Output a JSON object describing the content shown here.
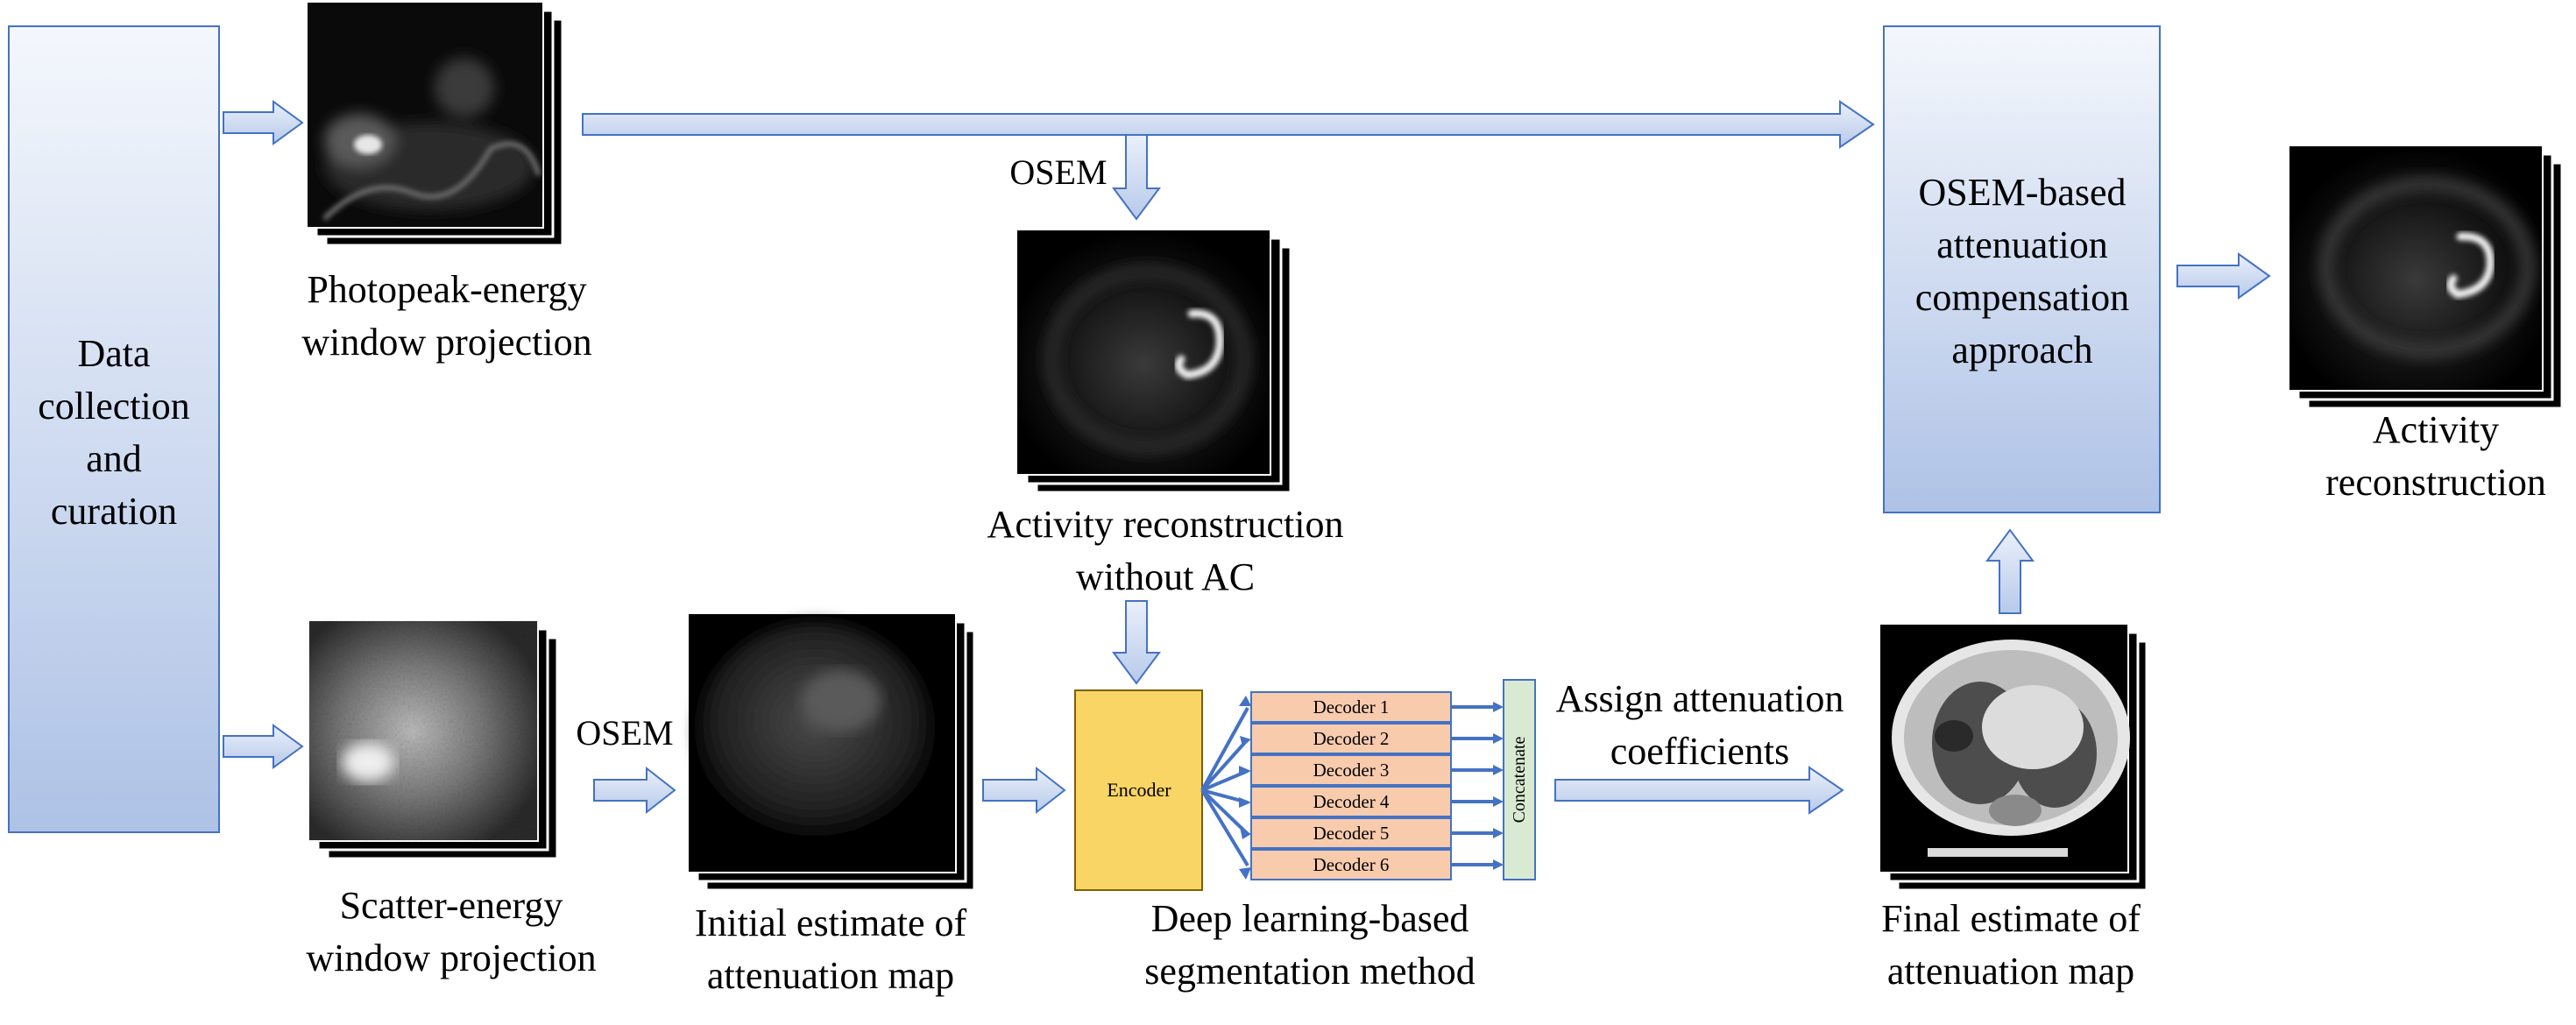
{
  "data_block": {
    "lines": [
      "Data",
      "collection",
      "and",
      "curation"
    ]
  },
  "photopeak": {
    "caption": [
      "Photopeak-energy",
      "window projection"
    ]
  },
  "scatter": {
    "caption": [
      "Scatter-energy",
      "window projection"
    ]
  },
  "osem_top": "OSEM",
  "osem_bottom": "OSEM",
  "no_ac": {
    "caption": [
      "Activity reconstruction",
      "without AC"
    ]
  },
  "initial_map": {
    "caption": [
      "Initial estimate of",
      "attenuation map"
    ]
  },
  "network": {
    "encoder": "Encoder",
    "decoders": [
      "Decoder 1",
      "Decoder 2",
      "Decoder 3",
      "Decoder 4",
      "Decoder 5",
      "Decoder 6"
    ],
    "concat": "Concatenate",
    "caption": [
      "Deep learning-based",
      "segmentation method"
    ]
  },
  "assign": [
    "Assign attenuation",
    "coefficients"
  ],
  "final_map": {
    "caption": [
      "Final estimate of",
      "attenuation map"
    ]
  },
  "osem_ac": {
    "lines": [
      "OSEM-based",
      "attenuation",
      "compensation",
      "approach"
    ]
  },
  "activity": {
    "caption": [
      "Activity",
      "reconstruction"
    ]
  },
  "colors": {
    "block_fill_top": "#f4f7fc",
    "block_fill_bottom": "#aec2e6",
    "block_stroke": "#4472c4",
    "encoder_fill": "#f9d565",
    "decoder_fill": "#f8cbad",
    "concat_fill": "#d8ebd2"
  }
}
